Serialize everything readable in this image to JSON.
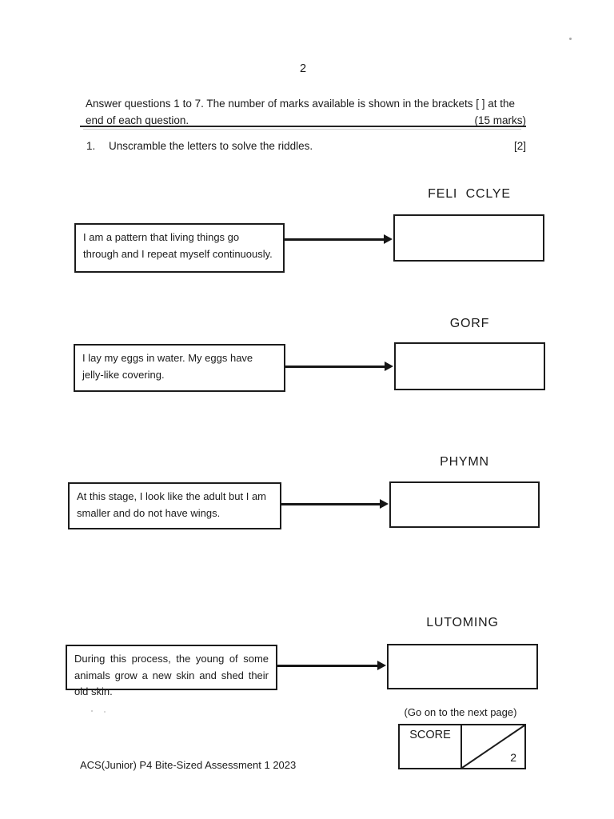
{
  "page": {
    "number": "2",
    "footer": "ACS(Junior) P4 Bite-Sized Assessment 1 2023",
    "next_page_note": "(Go on to the next page)"
  },
  "instructions": {
    "line1": "Answer questions 1 to 7. The number of marks available is shown in the brackets [ ] at the",
    "line2": "end of each question.",
    "total_marks": "(15 marks)"
  },
  "question": {
    "number": "1.",
    "text": "Unscramble the letters to solve the riddles.",
    "marks": "[2]"
  },
  "riddles": [
    {
      "scrambled": "FELI  CCLYE",
      "clue": "I am a pattern that living things go through and I repeat myself continuously."
    },
    {
      "scrambled": "GORF",
      "clue": "I lay my eggs in water. My eggs have jelly-like covering."
    },
    {
      "scrambled": "PHYMN",
      "clue": "At this stage, I look like the adult but I am smaller and do not have wings."
    },
    {
      "scrambled": "LUTOMING",
      "clue": "During this process, the young of some animals grow a new skin and shed their old skin."
    }
  ],
  "score_box": {
    "label": "SCORE",
    "question_total": "2"
  }
}
